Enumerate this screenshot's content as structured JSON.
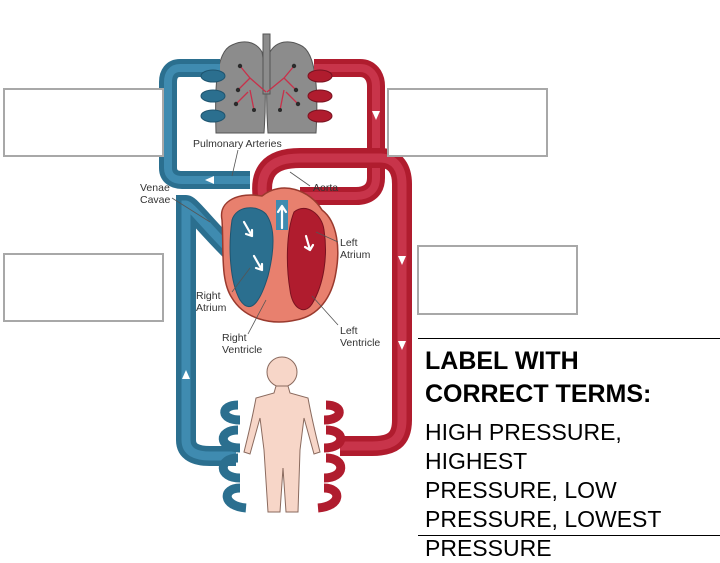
{
  "diagram": {
    "labels": {
      "pulmonary_arteries": "Pulmonary Arteries",
      "venae": "Venae",
      "cavae": "Cavae",
      "aorta": "Aorta",
      "left": "Left",
      "atrium": "Atrium",
      "right": "Right",
      "ventricle": "Ventricle"
    },
    "colors": {
      "oxygenated": "#b01c2e",
      "deoxygenated": "#2b6f8f",
      "heart": "#e8806e",
      "lungs": "#8c8c8c",
      "body": "#f7d6c8"
    }
  },
  "instructions": {
    "heading_line1": "LABEL WITH",
    "heading_line2": "CORRECT TERMS:",
    "terms_line1": "HIGH PRESSURE, HIGHEST",
    "terms_line2": "PRESSURE, LOW",
    "terms_line3": "PRESSURE, LOWEST",
    "terms_line4": "PRESSURE"
  }
}
